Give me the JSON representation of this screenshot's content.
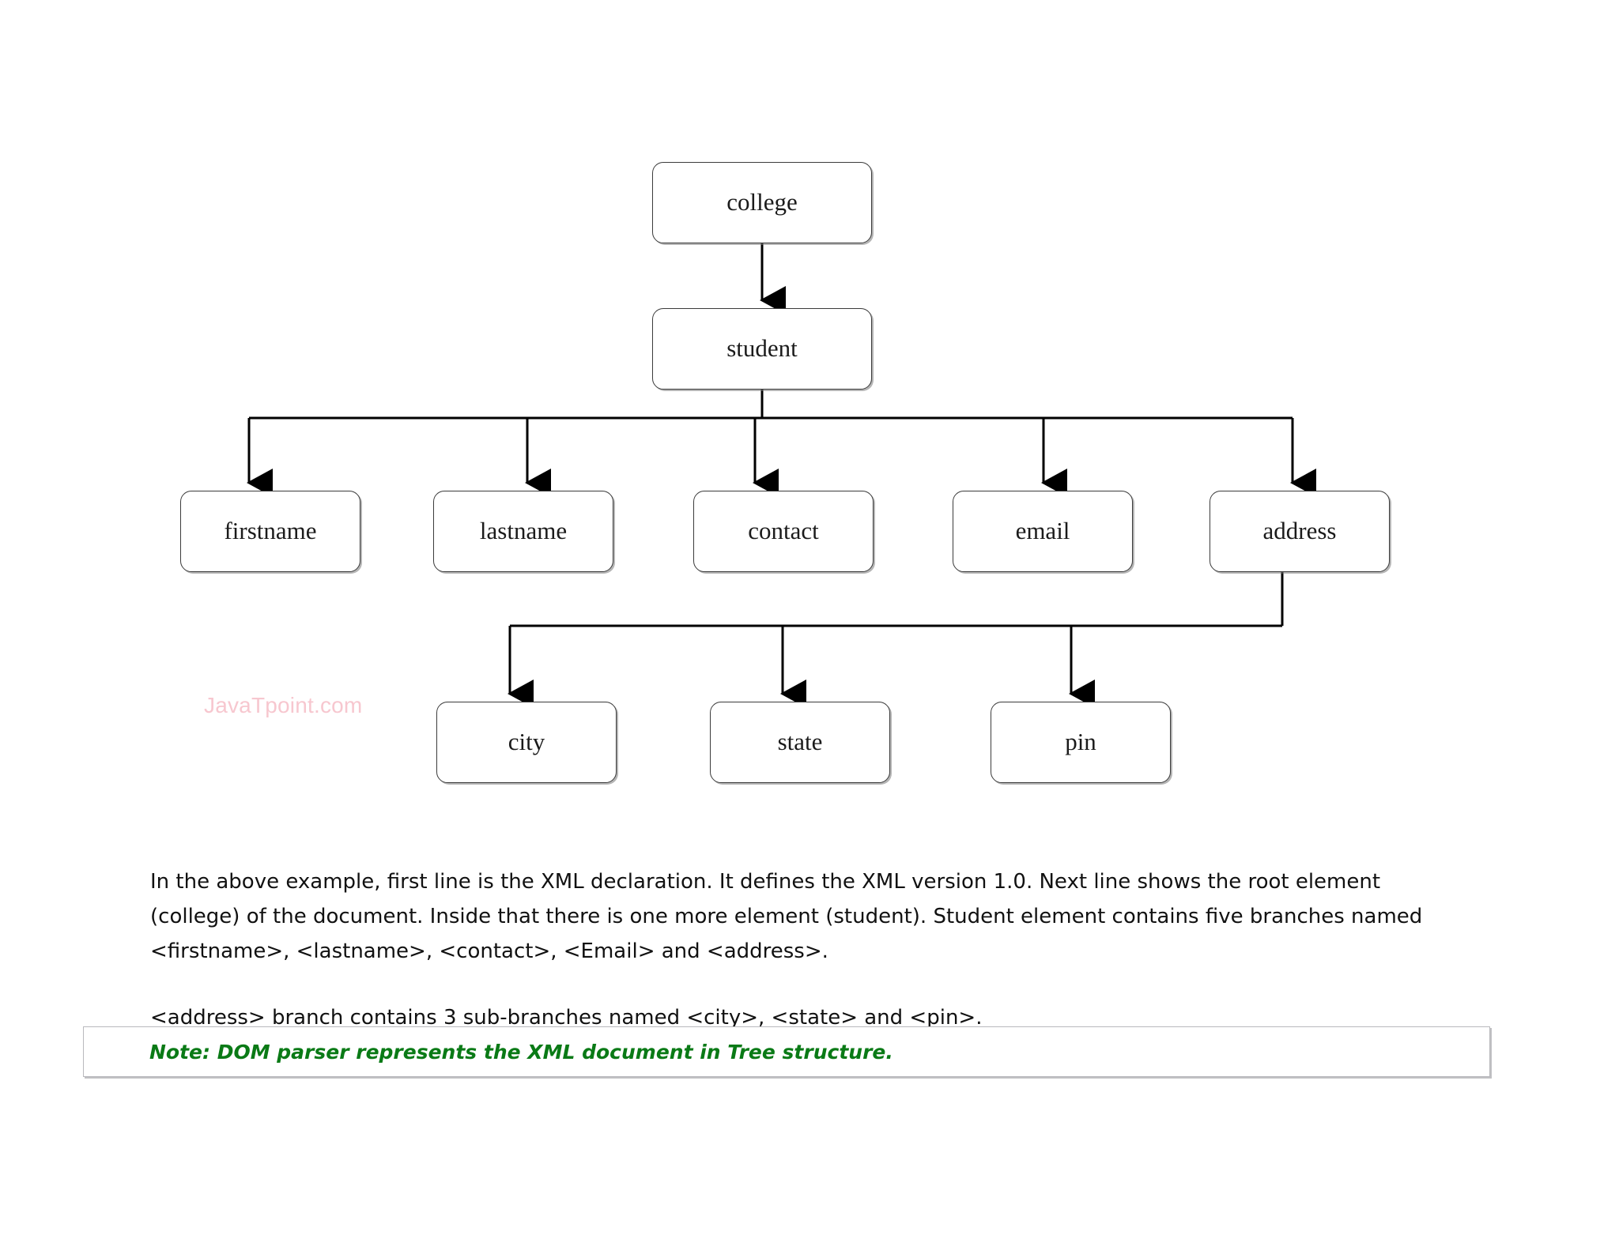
{
  "diagram": {
    "title": "XML DOM tree structure",
    "nodes": [
      {
        "id": "college",
        "label": "college"
      },
      {
        "id": "student",
        "label": "student"
      },
      {
        "id": "firstname",
        "label": "firstname"
      },
      {
        "id": "lastname",
        "label": "lastname"
      },
      {
        "id": "contact",
        "label": "contact"
      },
      {
        "id": "email",
        "label": "email"
      },
      {
        "id": "address",
        "label": "address"
      },
      {
        "id": "city",
        "label": "city"
      },
      {
        "id": "state",
        "label": "state"
      },
      {
        "id": "pin",
        "label": "pin"
      }
    ],
    "edges": [
      {
        "from": "college",
        "to": "student"
      },
      {
        "from": "student",
        "to": "firstname"
      },
      {
        "from": "student",
        "to": "lastname"
      },
      {
        "from": "student",
        "to": "contact"
      },
      {
        "from": "student",
        "to": "email"
      },
      {
        "from": "student",
        "to": "address"
      },
      {
        "from": "address",
        "to": "city"
      },
      {
        "from": "address",
        "to": "state"
      },
      {
        "from": "address",
        "to": "pin"
      }
    ],
    "colors": {
      "node_border": "#3b3b3b",
      "node_fill": "#ffffff",
      "edge": "#000000",
      "label": "#1b1b1b"
    }
  },
  "watermark": {
    "text": "JavaTpoint.com",
    "color": "#f7c7cf"
  },
  "body": {
    "paragraph_1": "In the above example, first line is the XML declaration. It defines the XML version 1.0. Next line shows the root element (college) of the document. Inside that there is one more element (student). Student element contains five branches named <firstname>, <lastname>, <contact>, <Email> and <address>.",
    "paragraph_2": "<address> branch contains 3 sub-branches named <city>, <state> and <pin>."
  },
  "note": {
    "text": "Note: DOM parser represents the XML document in Tree structure.",
    "color": "#0a7a16",
    "border_color": "#b9b9bd"
  }
}
